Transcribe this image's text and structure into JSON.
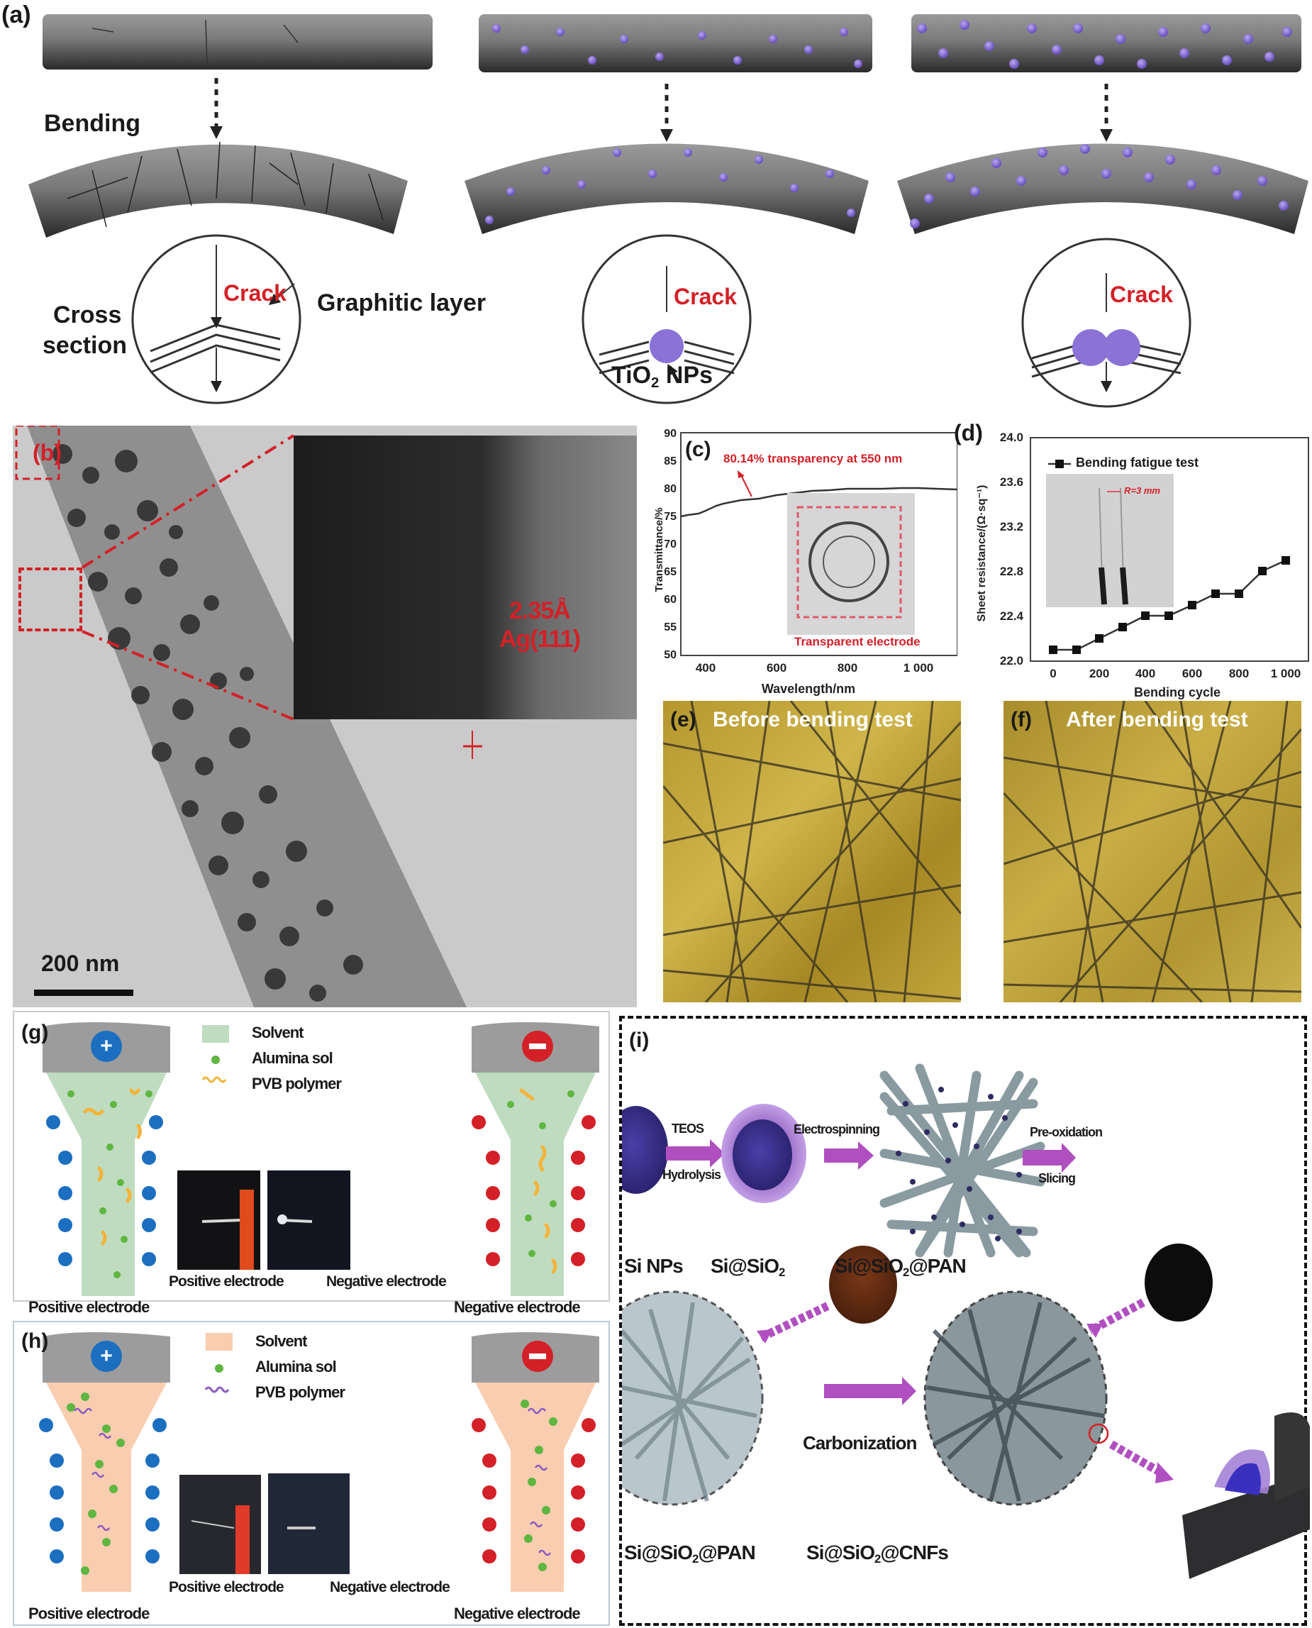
{
  "panel_a": {
    "letter": "(a)",
    "bending_label": "Bending",
    "cross_section_label_line1": "Cross",
    "cross_section_label_line2": "section",
    "graphitic_layer_label": "Graphitic layer",
    "crack_label": "Crack",
    "tio2_label_prefix": "TiO",
    "tio2_label_sub": "2",
    "tio2_label_suffix": " NPs",
    "columns": [
      "bare carbon nanofiber",
      "low TiO2 NP loading",
      "high TiO2 NP loading"
    ]
  },
  "panel_b": {
    "letter": "(b)",
    "scale_bar": "200 nm",
    "d_spacing": "2.35Å",
    "plane": "Ag(111)"
  },
  "panel_e": {
    "letter": "(e)",
    "title": "Before bending test"
  },
  "panel_f": {
    "letter": "(f)",
    "title": "After bending test"
  },
  "panel_g": {
    "letter": "(g)",
    "legend": [
      "Solvent",
      "Alumina sol",
      "PVB polymer"
    ],
    "photo_labels": [
      "Positive electrode",
      "Negative electrode"
    ],
    "left_label": "Positive electrode",
    "right_label": "Negative electrode",
    "solvent_color": "#bfdcc0",
    "polymer_color": "#f3b43a"
  },
  "panel_h": {
    "letter": "(h)",
    "legend": [
      "Solvent",
      "Alumina sol",
      "PVB polymer"
    ],
    "photo_labels": [
      "Positive electrode",
      "Negative electrode"
    ],
    "left_label": "Positive electrode",
    "right_label": "Negative electrode",
    "solvent_color": "#f9cdb0",
    "polymer_color": "#8a5cc0"
  },
  "panel_i": {
    "letter": "(i)",
    "step1_top": "TEOS",
    "step1_bottom": "Hydrolysis",
    "step2": "Electrospinning",
    "step3_top": "Pre-oxidation",
    "step3_bottom": "Slicing",
    "step4": "Carbonization",
    "labels": {
      "si_nps": "Si NPs",
      "si_sio2_a": "Si@SiO",
      "si_sio2_sub": "2",
      "pan_a": "Si@SiO",
      "pan_sub": "2",
      "pan_b": "@PAN",
      "cnf_a": "Si@SiO",
      "cnf_sub": "2",
      "cnf_b": "@CNFs"
    },
    "arrow_color": "#b04fc0"
  },
  "chart_data": [
    {
      "id": "c",
      "type": "line",
      "title": "80.14% transparency at 550 nm",
      "inset_caption": "Transparent electrode",
      "xlabel": "Wavelength/nm",
      "ylabel": "Transmittance/%",
      "xlim": [
        330,
        1100
      ],
      "ylim": [
        50,
        90
      ],
      "xticks": [
        "400",
        "600",
        "800",
        "1 000"
      ],
      "yticks": [
        "50",
        "55",
        "60",
        "65",
        "70",
        "75",
        "80",
        "85",
        "90"
      ],
      "x": [
        330,
        350,
        380,
        400,
        430,
        450,
        500,
        550,
        600,
        650,
        700,
        750,
        800,
        850,
        900,
        950,
        1000,
        1050,
        1100
      ],
      "values": [
        76.7,
        77.0,
        77.3,
        77.8,
        78.7,
        79.1,
        79.7,
        80.14,
        80.7,
        81.2,
        81.5,
        81.7,
        81.9,
        81.9,
        81.9,
        82.0,
        82.0,
        81.9,
        81.8
      ],
      "grid": false,
      "annotation": {
        "text": "80.14% transparency at 550 nm",
        "x": 550,
        "y": 80.14,
        "color": "#d42027"
      }
    },
    {
      "id": "d",
      "type": "line",
      "xlabel": "Bending cycle",
      "ylabel": "Sheet resistance/(Ω·sq⁻¹)",
      "xlim": [
        -100,
        1100
      ],
      "ylim": [
        22.0,
        24.0
      ],
      "xticks": [
        "0",
        "200",
        "400",
        "600",
        "800",
        "1 000"
      ],
      "yticks": [
        "22.0",
        "22.4",
        "22.8",
        "23.2",
        "23.6",
        "24.0"
      ],
      "legend": [
        "Bending fatigue test"
      ],
      "legend_position": "upper left",
      "inset_caption": "R=3 mm",
      "series": [
        {
          "name": "Bending fatigue test",
          "x": [
            0,
            100,
            200,
            300,
            400,
            500,
            600,
            700,
            800,
            900,
            1000
          ],
          "values": [
            22.1,
            22.1,
            22.2,
            22.3,
            22.4,
            22.4,
            22.5,
            22.6,
            22.6,
            22.8,
            22.9
          ]
        }
      ],
      "grid": false
    }
  ]
}
